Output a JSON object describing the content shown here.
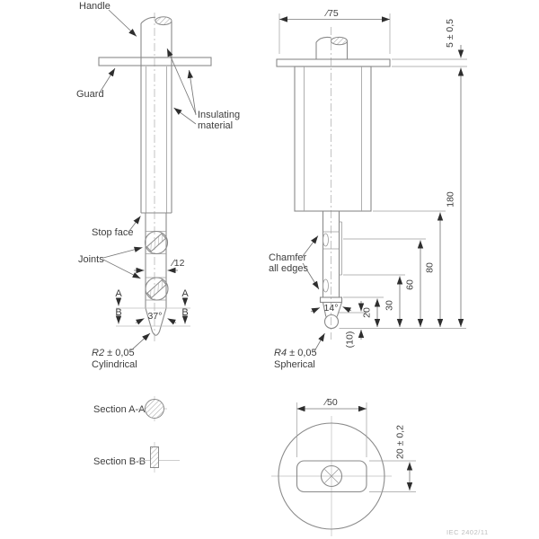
{
  "drawing": {
    "title_hint": "Jointed test probe technical drawing",
    "left_view": {
      "handle_label": "Handle",
      "guard_label": "Guard",
      "insulating_line1": "Insulating",
      "insulating_line2": "material",
      "stop_face_label": "Stop face",
      "joints_label": "Joints",
      "diameter_12": "∕12",
      "section_a": "A",
      "section_b": "B",
      "tip_angle": "37°",
      "tip_radius_r": "R2",
      "tip_radius_tol": " ± 0,05",
      "tip_radius_type": "Cylindrical"
    },
    "right_view": {
      "diameter_75": "∕75",
      "guard_thickness": "5 ± 0,5",
      "dim_180": "180",
      "dim_80": "80",
      "dim_60": "60",
      "dim_30": "30",
      "dim_20": "20",
      "dim_10": "(10)",
      "tip_angle": "14°",
      "chamfer_line1": "Chamfer",
      "chamfer_line2": "all edges",
      "tip_radius_r": "R4",
      "tip_radius_tol": " ± 0,05",
      "tip_radius_type": "Spherical"
    },
    "sections": {
      "section_aa_label": "Section A-A",
      "section_bb_label": "Section B-B"
    },
    "bottom_view": {
      "diameter_50": "∕50",
      "flat_width": "20 ± 0,2"
    },
    "figure_ref": "IEC   2402/11",
    "colors": {
      "background": "#ffffff",
      "outline": "#8a8a8a",
      "dimension": "#777777",
      "text": "#3d3d3d",
      "centerline": "#b5b5b5",
      "hatch": "#a8a8a8"
    }
  }
}
